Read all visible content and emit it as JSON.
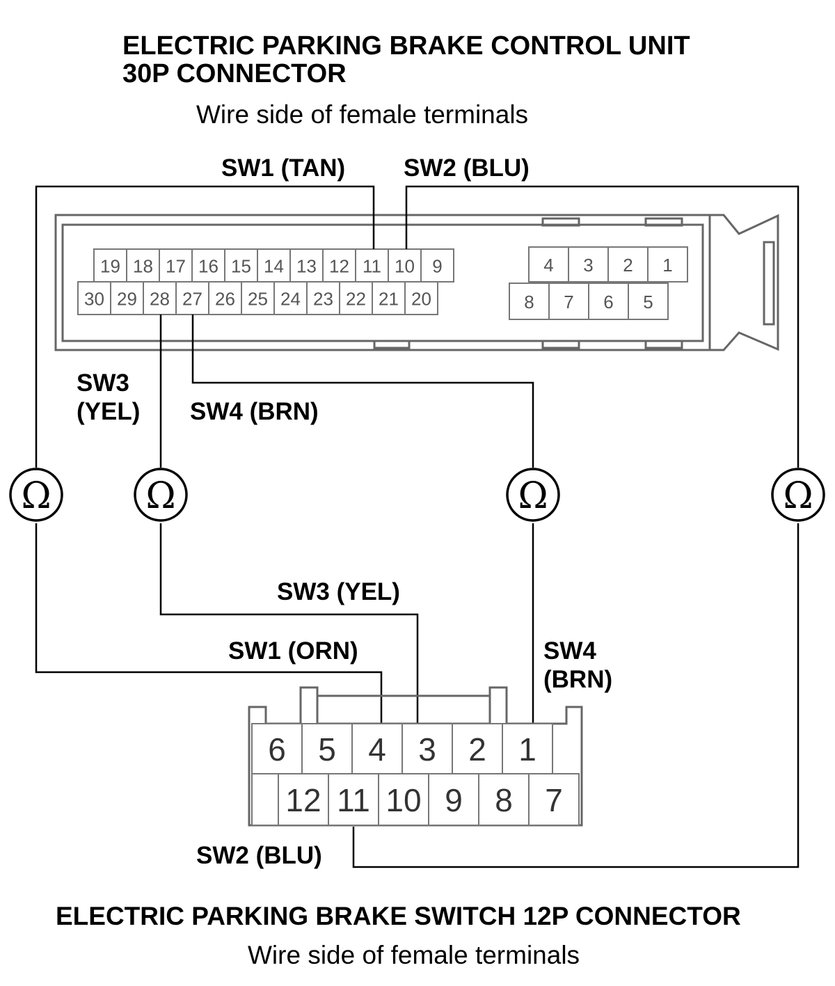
{
  "ecu_connector": {
    "title_line1": "ELECTRIC PARKING BRAKE CONTROL UNIT",
    "title_line2": "30P CONNECTOR",
    "subtitle": "Wire side of female terminals",
    "top_row_pins": [
      "19",
      "18",
      "17",
      "16",
      "15",
      "14",
      "13",
      "12",
      "11",
      "10",
      "9"
    ],
    "bottom_row_pins": [
      "30",
      "29",
      "28",
      "27",
      "26",
      "25",
      "24",
      "23",
      "22",
      "21",
      "20"
    ],
    "small_block_top": [
      "4",
      "3",
      "2",
      "1"
    ],
    "small_block_bottom": [
      "8",
      "7",
      "6",
      "5"
    ]
  },
  "switch_connector": {
    "title": "ELECTRIC PARKING BRAKE SWITCH 12P CONNECTOR",
    "subtitle": "Wire side of female terminals",
    "top_row_pins": [
      "6",
      "5",
      "4",
      "3",
      "2",
      "1"
    ],
    "bottom_row_pins": [
      "12",
      "11",
      "10",
      "9",
      "8",
      "7"
    ]
  },
  "wire_labels": {
    "sw1_tan": "SW1 (TAN)",
    "sw2_blu_top": "SW2 (BLU)",
    "sw3_line1": "SW3",
    "sw3_line2": "(YEL)",
    "sw4_brn_top": "SW4 (BRN)",
    "sw3_yel_bottom": "SW3 (YEL)",
    "sw1_orn": "SW1 (ORN)",
    "sw4_line1": "SW4",
    "sw4_line2": "(BRN)",
    "sw2_blu_bottom": "SW2 (BLU)"
  },
  "ohmmeter_symbol": "Ω"
}
